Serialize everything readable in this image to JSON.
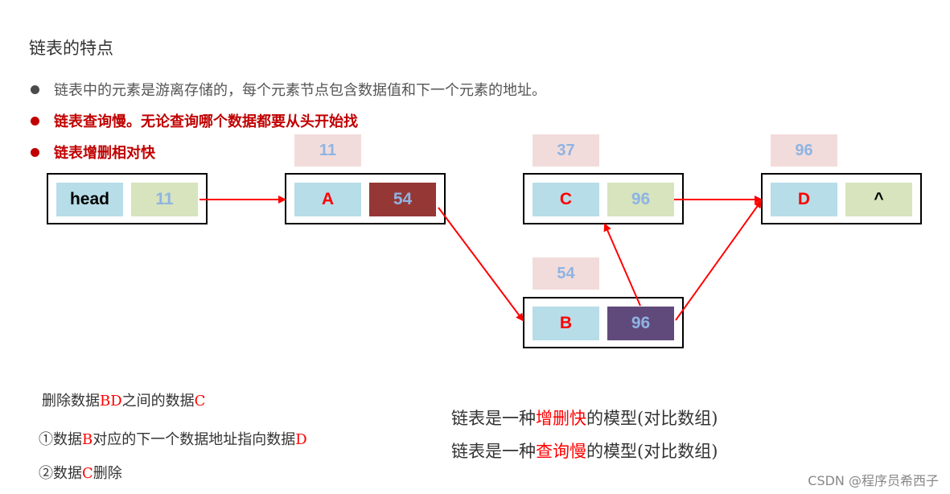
{
  "heading": "链表的特点",
  "bullets": [
    "链表中的元素是游离存储的，每个元素节点包含数据值和下一个元素的地址。",
    "链表查询慢。无论查询哪个数据都要从头开始找",
    "链表增删相对快"
  ],
  "nodes": {
    "head": {
      "label": "head",
      "next": "11"
    },
    "a": {
      "addr": "11",
      "data": "A",
      "next": "54"
    },
    "b": {
      "addr": "54",
      "data": "B",
      "next": "96"
    },
    "c": {
      "addr": "37",
      "data": "C",
      "next": "96"
    },
    "d": {
      "addr": "96",
      "data": "D",
      "next": "^"
    }
  },
  "notes": {
    "line1": {
      "pre": "删除数据",
      "hl": "BD",
      "mid": "之间的数据",
      "hl2": "C"
    },
    "line2": {
      "pre": "①数据",
      "hl": "B",
      "mid": "对应的下一个数据地址指向数据",
      "hl2": "D"
    },
    "line3": {
      "pre": "②数据",
      "hl": "C",
      "post": "删除"
    }
  },
  "summary": {
    "line1": {
      "pre": "链表是一种",
      "hl": "增删快",
      "post": "的模型(对比数组)"
    },
    "line2": {
      "pre": "链表是一种",
      "hl": "查询慢",
      "post": "的模型(对比数组)"
    }
  },
  "watermark": "CSDN @程序员希西子",
  "colors": {
    "arrow": "#ff0000",
    "dark_red": "#953735",
    "dark_purple": "#604a7b"
  }
}
